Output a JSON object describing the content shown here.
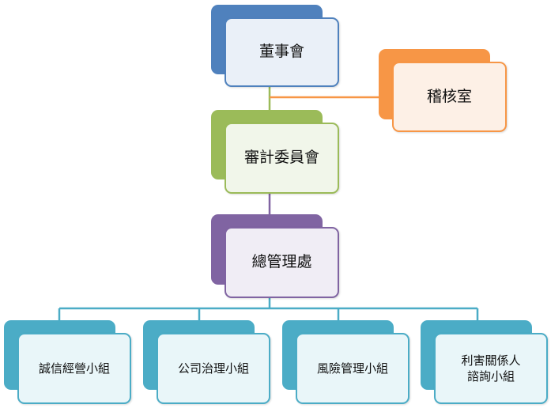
{
  "colors": {
    "board": {
      "dark": "#4f81bd",
      "fill": "#eaf0f8"
    },
    "audit_office": {
      "dark": "#f79646",
      "fill": "#fdf0e6"
    },
    "audit_committee": {
      "dark": "#9bbb59",
      "fill": "#f1f6ea"
    },
    "general_office": {
      "dark": "#8064a2",
      "fill": "#f0edf5"
    },
    "groups": {
      "dark": "#4bacc6",
      "fill": "#e9f6f9"
    }
  },
  "nodes": {
    "board": "董事會",
    "audit_office": "稽核室",
    "audit_committee": "審計委員會",
    "general_office": "總管理處",
    "integrity_group": "誠信經營小組",
    "governance_group": "公司治理小組",
    "risk_group": "風險管理小組",
    "stakeholder_group": "利害關係人\n諮詢小組"
  }
}
